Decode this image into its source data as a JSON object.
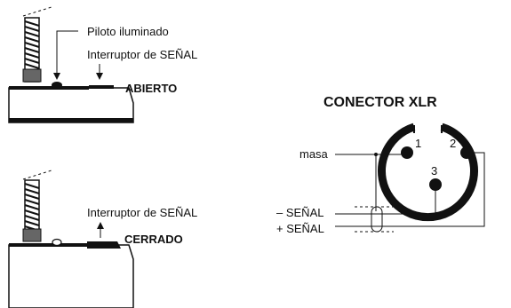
{
  "top_diagram": {
    "pilot_label": "Piloto iluminado",
    "switch_label": "Interruptor de SEÑAL",
    "state": "ABIERTO"
  },
  "bottom_diagram": {
    "switch_label": "Interruptor de SEÑAL",
    "state": "CERRADO"
  },
  "xlr": {
    "title": "CONECTOR XLR",
    "pins": [
      "1",
      "2",
      "3"
    ],
    "wire_labels": {
      "ground": "masa",
      "minus_signal": "– SEÑAL",
      "plus_signal": "+ SEÑAL"
    }
  }
}
